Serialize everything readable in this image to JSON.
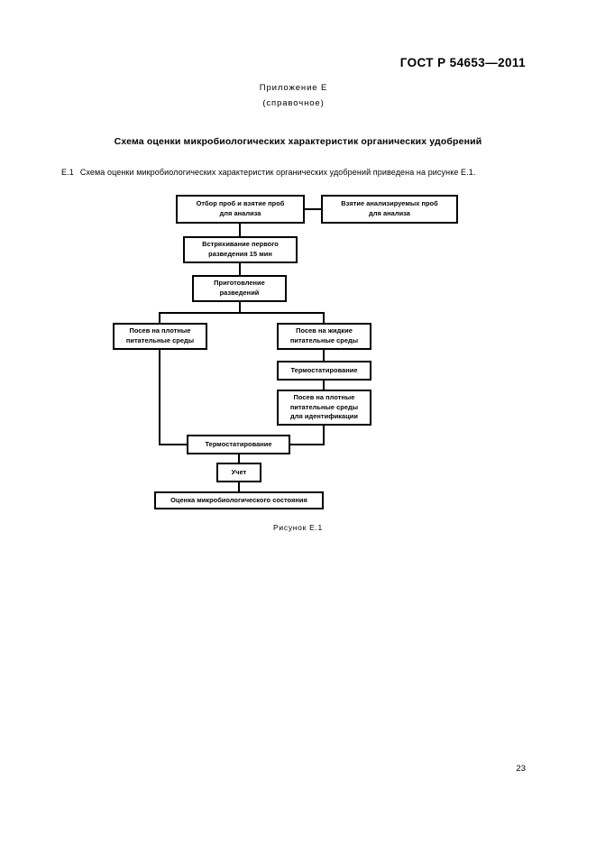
{
  "document": {
    "standard_header": "ГОСТ Р 54653—2011",
    "page_number": "23"
  },
  "appendix": {
    "label": "Приложение Е",
    "kind": "(справочное)"
  },
  "section": {
    "title": "Схема оценки микробиологических характеристик органических удобрений"
  },
  "paragraph": {
    "number": "Е.1",
    "text": "Схема оценки микробиологических характеристик органических удобрений приведена на рисунке Е.1."
  },
  "figure": {
    "caption": "Рисунок Е.1",
    "nodes": [
      {
        "id": "sampling",
        "label": "Отбор проб и взятие проб\nдля анализа"
      },
      {
        "id": "taking-samples",
        "label": "Взятие анализируемых проб\nдля анализа"
      },
      {
        "id": "shaking",
        "label": "Встряхивание первого\nразведения 15 мин"
      },
      {
        "id": "dilutions",
        "label": "Приготовление\nразведений"
      },
      {
        "id": "solid-media",
        "label": "Посев на плотные\nпитательные среды"
      },
      {
        "id": "liquid-media",
        "label": "Посев на жидкие\nпитательные среды"
      },
      {
        "id": "thermostat-1",
        "label": "Термостатирование"
      },
      {
        "id": "solid-media-id",
        "label": "Посев на плотные\nпитательные среды\nдля идентификации"
      },
      {
        "id": "thermostat-2",
        "label": "Термостатирование"
      },
      {
        "id": "accounting",
        "label": "Учет"
      },
      {
        "id": "evaluation",
        "label": "Оценка микробиологического состояния"
      }
    ]
  }
}
